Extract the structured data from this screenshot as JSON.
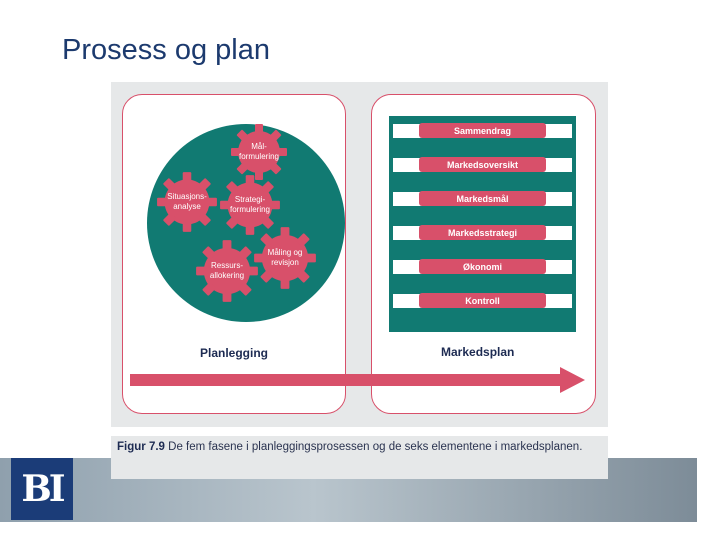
{
  "slide": {
    "title": "Prosess og plan"
  },
  "logo": {
    "text": "BI"
  },
  "planning": {
    "caption": "Planlegging",
    "gears": [
      {
        "label": "Mål-\nformulering"
      },
      {
        "label": "Situasjons-\nanalyse"
      },
      {
        "label": "Strategi-\nformulering"
      },
      {
        "label": "Ressurs-\nallokering"
      },
      {
        "label": "Måling og\nrevisjon"
      }
    ]
  },
  "marketing_plan": {
    "caption": "Markedsplan",
    "elements": [
      "Sammendrag",
      "Markedsoversikt",
      "Markedsmål",
      "Markedsstrategi",
      "Økonomi",
      "Kontroll"
    ]
  },
  "figure_caption": {
    "label": "Figur 7.9",
    "text": "De fem fasene i planleggingsprosessen og de seks elementene i markedsplanen."
  },
  "colors": {
    "teal": "#117a72",
    "pink": "#d8506a",
    "gear": "#d8506a",
    "title": "#1c3a6e"
  }
}
